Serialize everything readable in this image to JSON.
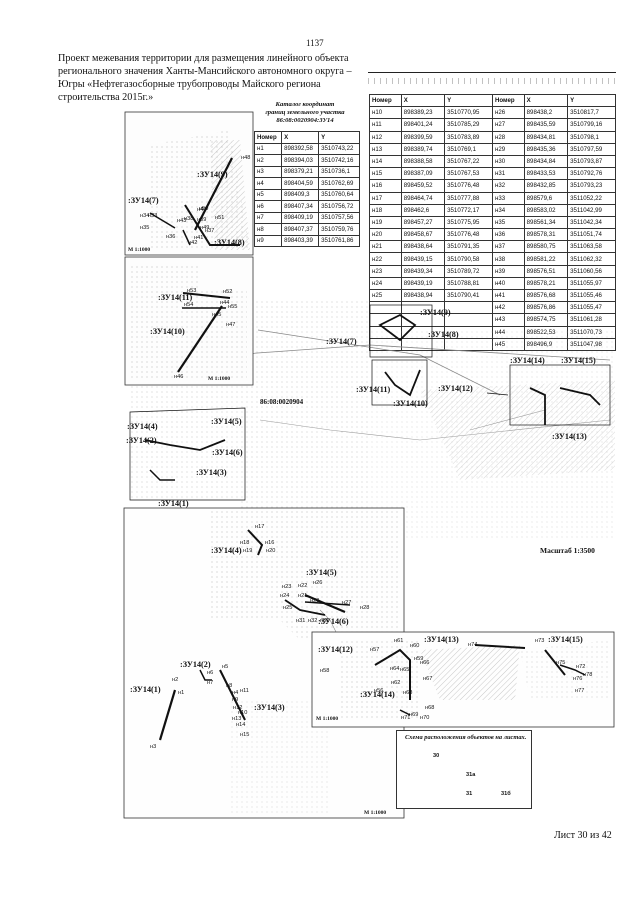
{
  "header": {
    "page_number": "1137",
    "title_lines": [
      "Проект межевания территории для размещения линейного объекта",
      "регионального значения Ханты-Мансийского автономного округа –",
      "Югры «Нефтегазосборные трубопроводы Майского региона",
      "строительства 2015г.»"
    ]
  },
  "catalog": {
    "title_lines": [
      "Каталог координат",
      "границ земельного участка",
      "86:08:0020904:ЗУ14"
    ],
    "columns": [
      "Номер",
      "X",
      "Y"
    ],
    "left_rows": [
      [
        "н1",
        "898392,58",
        "3510743,22"
      ],
      [
        "н2",
        "898394,03",
        "3510742,16"
      ],
      [
        "н3",
        "898379,21",
        "3510736,1"
      ],
      [
        "н4",
        "898404,59",
        "3510762,69"
      ],
      [
        "н5",
        "898409,3",
        "3510760,64"
      ],
      [
        "н6",
        "898407,34",
        "3510756,72"
      ],
      [
        "н7",
        "898409,19",
        "3510757,56"
      ],
      [
        "н8",
        "898407,37",
        "3510759,76"
      ],
      [
        "н9",
        "898403,39",
        "3510761,86"
      ]
    ],
    "right_rows": [
      [
        "н10",
        "898389,23",
        "3510770,95",
        "н26",
        "898438,2",
        "3510817,7"
      ],
      [
        "н11",
        "898401,24",
        "3510785,29",
        "н27",
        "898435,59",
        "3510799,16"
      ],
      [
        "н12",
        "898399,59",
        "3510783,89",
        "н28",
        "898434,81",
        "3510798,1"
      ],
      [
        "н13",
        "898389,74",
        "3510769,1",
        "н29",
        "898435,36",
        "3510797,59"
      ],
      [
        "н14",
        "898388,58",
        "3510767,22",
        "н30",
        "898434,84",
        "3510793,87"
      ],
      [
        "н15",
        "898387,09",
        "3510767,53",
        "н31",
        "898433,53",
        "3510792,76"
      ],
      [
        "н16",
        "898459,52",
        "3510776,48",
        "н32",
        "898432,85",
        "3510793,23"
      ],
      [
        "н17",
        "898464,74",
        "3510777,88",
        "н33",
        "898579,6",
        "3511052,22"
      ],
      [
        "н18",
        "898462,6",
        "3510772,17",
        "н34",
        "898583,02",
        "3511042,99"
      ],
      [
        "н19",
        "898457,27",
        "3510775,95",
        "н35",
        "898561,34",
        "3511042,34"
      ],
      [
        "н20",
        "898458,67",
        "3510776,48",
        "н36",
        "898578,31",
        "3511051,74"
      ],
      [
        "н21",
        "898438,64",
        "3510791,35",
        "н37",
        "898580,75",
        "3511063,58"
      ],
      [
        "н22",
        "898439,15",
        "3510790,58",
        "н38",
        "898581,22",
        "3511062,32"
      ],
      [
        "н23",
        "898439,34",
        "3510789,72",
        "н39",
        "898576,51",
        "3511060,56"
      ],
      [
        "н24",
        "898439,19",
        "3510788,81",
        "н40",
        "898578,21",
        "3511055,97"
      ],
      [
        "н25",
        "898438,94",
        "3510790,41",
        "н41",
        "898576,68",
        "3511055,46"
      ],
      [
        "",
        "",
        "",
        "н42",
        "898576,86",
        "3511055,47"
      ],
      [
        "",
        "",
        "",
        "н43",
        "898574,75",
        "3511061,28"
      ],
      [
        "",
        "",
        "",
        "н44",
        "898522,53",
        "3511070,73"
      ],
      [
        "",
        "",
        "",
        "н45",
        "898496,9",
        "3511047,98"
      ]
    ]
  },
  "maps": {
    "zones": {
      "zu14_9": ":ЗУ14(9)",
      "zu14_7": ":ЗУ14(7)",
      "zu14_8": ":ЗУ14(8)",
      "zu14_11": ":ЗУ14(11)",
      "zu14_10": ":ЗУ14(10)",
      "zu14_4": ":ЗУ14(4)",
      "zu14_5": ":ЗУ14(5)",
      "zu14_2": ":ЗУ14(2)",
      "zu14_6": ":ЗУ14(6)",
      "zu14_3": ":ЗУ14(3)",
      "zu14_1": ":ЗУ14(1)",
      "zu14_12": ":ЗУ14(12)",
      "zu14_13": ":ЗУ14(13)",
      "zu14_14": ":ЗУ14(14)",
      "zu14_15": ":ЗУ14(15)"
    },
    "cadastral_block": "86:08:0020904",
    "scale_1000": "М 1:1000",
    "scale_main": "Масштаб 1:3500",
    "points": [
      "н1",
      "н2",
      "н3",
      "н4",
      "н5",
      "н6",
      "н7",
      "н8",
      "н9",
      "н10",
      "н11",
      "н12",
      "н13",
      "н14",
      "н15",
      "н16",
      "н17",
      "н18",
      "н19",
      "н20",
      "н21",
      "н22",
      "н23",
      "н24",
      "н25",
      "н26",
      "н27",
      "н28",
      "н29",
      "н30",
      "н31",
      "н32",
      "н33",
      "н34",
      "н35",
      "н36",
      "н37",
      "н38",
      "н39",
      "н40",
      "н41",
      "н42",
      "н43",
      "н44",
      "н45",
      "н46",
      "н47",
      "н48",
      "н49",
      "н50",
      "н51",
      "н52",
      "н53",
      "н54",
      "н55",
      "н56",
      "н57",
      "н58",
      "н59",
      "н60",
      "н61",
      "н62",
      "н63",
      "н64",
      "н65",
      "н66",
      "н67",
      "н68",
      "н69",
      "н70",
      "н71",
      "н72",
      "н73",
      "н74",
      "н75",
      "н76",
      "н77",
      "н78"
    ]
  },
  "legend": {
    "title": "Схема расположения объектов на листах.",
    "sheet_labels": [
      "30",
      "31а",
      "31",
      "31б"
    ]
  },
  "footer": {
    "sheet": "Лист 30  из 42"
  },
  "colors": {
    "line": "#111111",
    "hatch": "#cfcfcf",
    "frame": "#333333"
  }
}
